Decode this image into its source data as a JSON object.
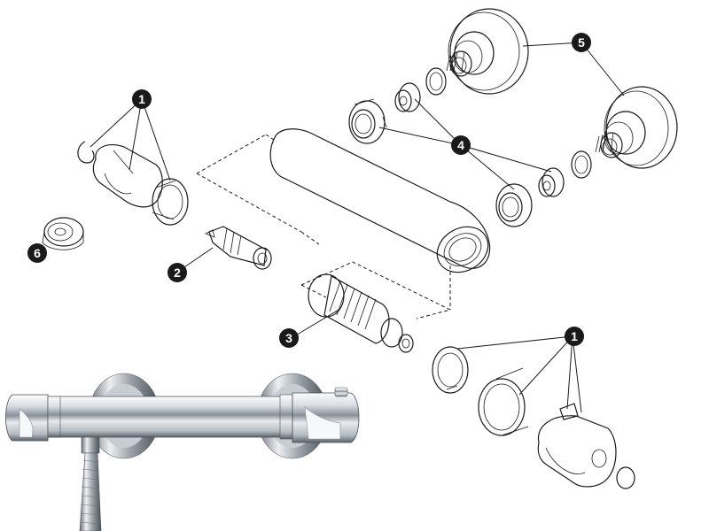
{
  "diagram": {
    "callouts": [
      {
        "id": "c1a",
        "label": "1"
      },
      {
        "id": "c1b",
        "label": "1"
      },
      {
        "id": "c2",
        "label": "2"
      },
      {
        "id": "c3",
        "label": "3"
      },
      {
        "id": "c4",
        "label": "4"
      },
      {
        "id": "c5",
        "label": "5"
      },
      {
        "id": "c6",
        "label": "6"
      }
    ],
    "colors": {
      "badge": "#1a1a1a",
      "line": "#1a1a1a",
      "chrome_light": "#f2f4f6",
      "chrome_dark": "#8a9099"
    }
  }
}
